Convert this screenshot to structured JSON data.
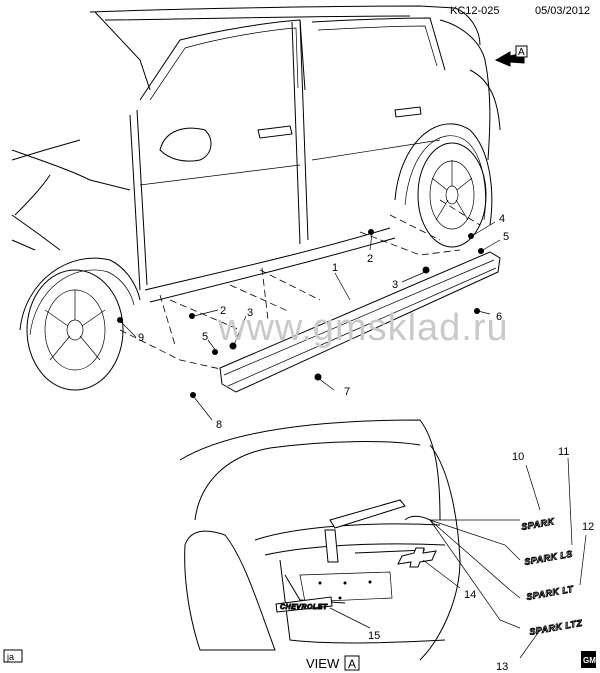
{
  "header": {
    "code": "KC12-025",
    "date": "05/03/2012"
  },
  "watermark": "www.gmsklad.ru",
  "view_arrow": {
    "letter": "A"
  },
  "view_label": {
    "prefix": "VIEW",
    "letter": "A"
  },
  "corner_tags": {
    "author": "ja",
    "logo": "GM"
  },
  "emblem_text": {
    "rear": "CHEVROLET",
    "spark": "SPARK",
    "spark_ls": "SPARK LS",
    "spark_lt": "SPARK LT",
    "spark_ltz": "SPARK LTZ"
  },
  "callouts": [
    {
      "id": "c1",
      "text": "1"
    },
    {
      "id": "c2a",
      "text": "2"
    },
    {
      "id": "c2b",
      "text": "2"
    },
    {
      "id": "c3a",
      "text": "3"
    },
    {
      "id": "c3b",
      "text": "3"
    },
    {
      "id": "c4",
      "text": "4"
    },
    {
      "id": "c5a",
      "text": "5"
    },
    {
      "id": "c5b",
      "text": "5"
    },
    {
      "id": "c6",
      "text": "6"
    },
    {
      "id": "c7",
      "text": "7"
    },
    {
      "id": "c8",
      "text": "8"
    },
    {
      "id": "c9",
      "text": "9"
    },
    {
      "id": "c10",
      "text": "10"
    },
    {
      "id": "c11",
      "text": "11"
    },
    {
      "id": "c12",
      "text": "12"
    },
    {
      "id": "c13",
      "text": "13"
    },
    {
      "id": "c14",
      "text": "14"
    },
    {
      "id": "c15",
      "text": "15"
    }
  ]
}
